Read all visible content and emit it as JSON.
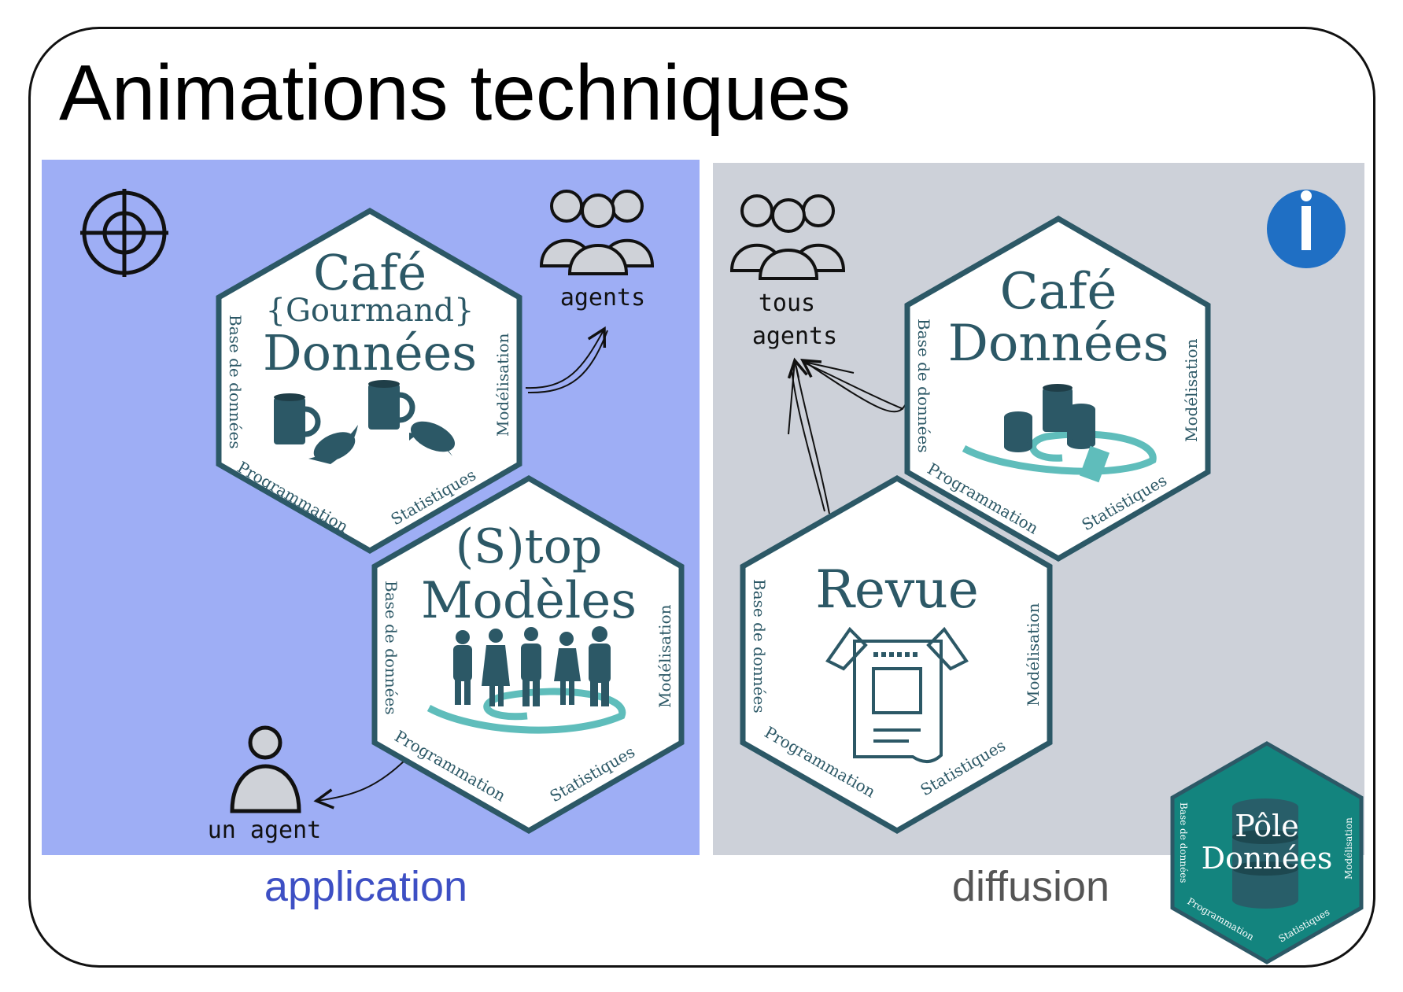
{
  "title": "Animations techniques",
  "panels": {
    "application": {
      "label": "application",
      "color": "#9eaef5",
      "label_color": "#3d4fc4"
    },
    "diffusion": {
      "label": "diffusion",
      "color": "#cdd1d9",
      "label_color": "#555555"
    }
  },
  "colors": {
    "hex_stroke": "#2c5866",
    "hex_text": "#2c5866",
    "accent_teal": "#5fbdbb",
    "logo_fill": "#13847e",
    "info_blue": "#1f6fc4"
  },
  "hex_side_labels": {
    "left": "Base de données",
    "right": "Modélisation",
    "bottom_left": "Programmation",
    "bottom_right": "Statistiques"
  },
  "hexes": {
    "cafe_gourmand": {
      "line1": "Café",
      "line2": "{Gourmand}",
      "line3": "Données"
    },
    "stop_modeles": {
      "line1": "(S)top",
      "line2": "Modèles"
    },
    "cafe_donnees": {
      "line1": "Café",
      "line2": "Données"
    },
    "revue": {
      "line1": "Revue"
    },
    "pole_donnees": {
      "line1": "Pôle",
      "line2": "Données"
    }
  },
  "audiences": {
    "agents": "agents",
    "tous": "tous",
    "tous_agents": "agents",
    "un_agent": "un agent"
  },
  "icons": [
    "target-icon",
    "info-icon",
    "group-icon",
    "person-icon",
    "mug-icon",
    "croissant-icon",
    "newspaper-icon",
    "database-icon"
  ]
}
